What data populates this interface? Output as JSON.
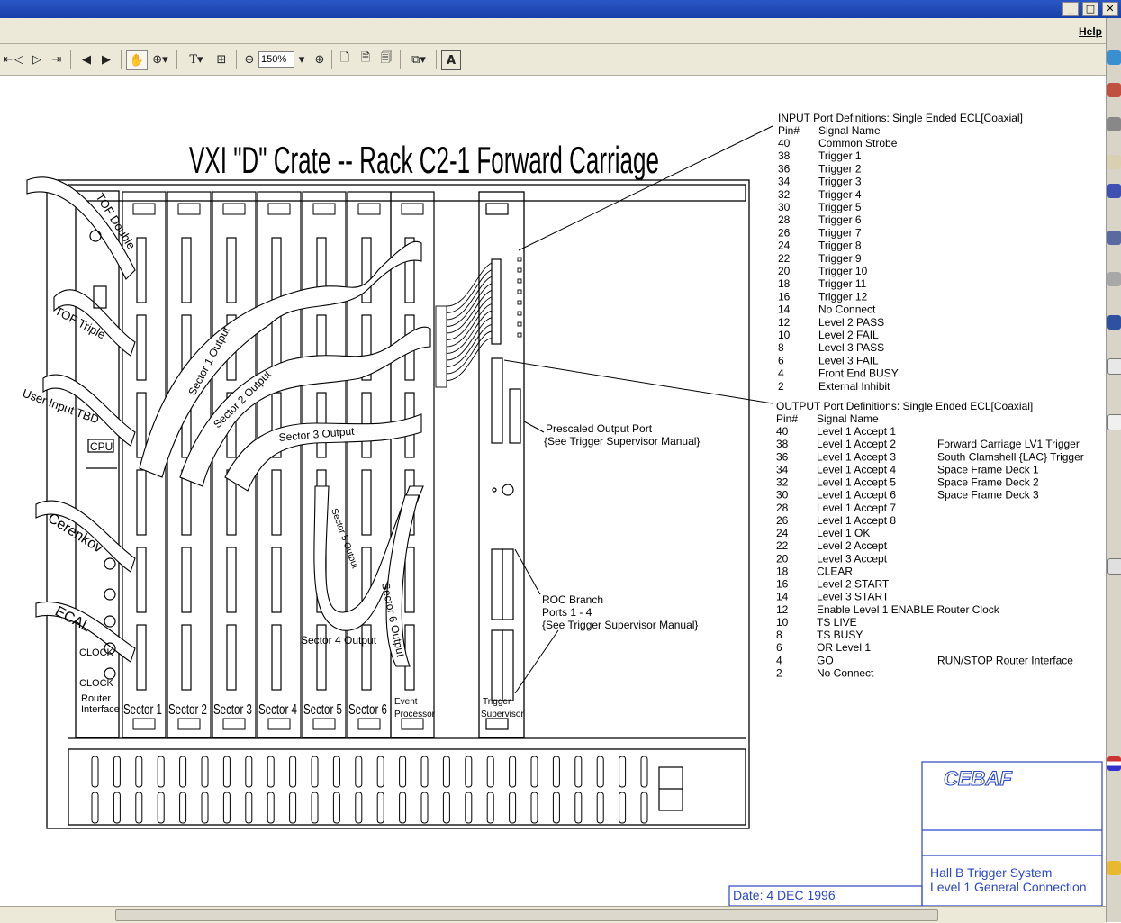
{
  "window": {
    "minimize": "_",
    "maximize": "□",
    "close": "✕"
  },
  "menu": {
    "help": "Help"
  },
  "toolbar": {
    "zoom": "150%"
  },
  "drawing": {
    "title": "VXI \"D\" Crate -- Rack C2-1  Forward Carriage",
    "left_labels": [
      "TOF Double",
      "TOF Triple",
      "User Input TBD",
      "Cerenkov",
      "ECAL"
    ],
    "cpu_label": "CPU",
    "clock_labels": [
      "CLOCK",
      "CLOCK"
    ],
    "router_label": [
      "Router",
      "Interface"
    ],
    "slot_labels": [
      "Sector 1",
      "Sector 2",
      "Sector 3",
      "Sector 4",
      "Sector 5",
      "Sector 6"
    ],
    "event_processor": [
      "Event",
      "Processor"
    ],
    "trigger_supervisor": [
      "Trigger",
      "Supervisor"
    ],
    "cable_labels": [
      "Sector 1 Output",
      "Sector 2 Output",
      "Sector 3 Output",
      "Sector 4 Output",
      "Sector 5 Output",
      "Sector 6 Output"
    ],
    "prescaled": [
      "Prescaled Output Port",
      "{See Trigger Supervisor Manual}"
    ],
    "roc": [
      "ROC Branch",
      "Ports 1 - 4",
      "{See Trigger Supervisor Manual}"
    ],
    "input_header": "INPUT Port Definitions:  Single Ended ECL[Coaxial]",
    "input_cols": [
      "Pin#",
      "Signal Name"
    ],
    "input_rows": [
      [
        "40",
        "Common Strobe"
      ],
      [
        "38",
        "Trigger 1"
      ],
      [
        "36",
        "Trigger 2"
      ],
      [
        "34",
        "Trigger 3"
      ],
      [
        "32",
        "Trigger 4"
      ],
      [
        "30",
        "Trigger 5"
      ],
      [
        "28",
        "Trigger 6"
      ],
      [
        "26",
        "Trigger 7"
      ],
      [
        "24",
        "Trigger 8"
      ],
      [
        "22",
        "Trigger 9"
      ],
      [
        "20",
        "Trigger 10"
      ],
      [
        "18",
        "Trigger 11"
      ],
      [
        "16",
        "Trigger 12"
      ],
      [
        "14",
        "No Connect"
      ],
      [
        "12",
        "Level 2 PASS"
      ],
      [
        "10",
        "Level 2 FAIL"
      ],
      [
        "8",
        "Level 3 PASS"
      ],
      [
        "6",
        "Level 3 FAIL"
      ],
      [
        "4",
        "Front End BUSY"
      ],
      [
        "2",
        "External Inhibit"
      ]
    ],
    "output_header": "OUTPUT Port Definitions:  Single Ended ECL[Coaxial]",
    "output_cols": [
      "Pin#",
      "Signal Name"
    ],
    "output_rows": [
      [
        "40",
        "Level 1 Accept 1",
        ""
      ],
      [
        "38",
        "Level 1 Accept 2",
        "Forward Carriage LV1 Trigger"
      ],
      [
        "36",
        "Level 1 Accept 3",
        "South Clamshell {LAC} Trigger"
      ],
      [
        "34",
        "Level 1 Accept 4",
        "Space Frame Deck 1"
      ],
      [
        "32",
        "Level 1 Accept 5",
        "Space Frame Deck 2"
      ],
      [
        "30",
        "Level 1 Accept 6",
        "Space Frame Deck 3"
      ],
      [
        "28",
        "Level 1 Accept 7",
        ""
      ],
      [
        "26",
        "Level 1 Accept 8",
        ""
      ],
      [
        "24",
        "Level 1 OK",
        ""
      ],
      [
        "22",
        "Level 2 Accept",
        ""
      ],
      [
        "20",
        "Level 3 Accept",
        ""
      ],
      [
        "18",
        "CLEAR",
        ""
      ],
      [
        "16",
        "Level 2 START",
        ""
      ],
      [
        "14",
        "Level 3 START",
        ""
      ],
      [
        "12",
        "Enable Level 1 ENABLE Router Clock",
        ""
      ],
      [
        "10",
        "TS LIVE",
        ""
      ],
      [
        "8",
        "TS BUSY",
        ""
      ],
      [
        "6",
        "OR Level 1",
        ""
      ],
      [
        "4",
        "GO",
        "RUN/STOP Router Interface"
      ],
      [
        "2",
        "No Connect",
        ""
      ]
    ],
    "logo": "CEBAF",
    "project": [
      "Hall B  Trigger System",
      "Level 1 General Connection"
    ],
    "date": "Date:  4 DEC 1996"
  }
}
